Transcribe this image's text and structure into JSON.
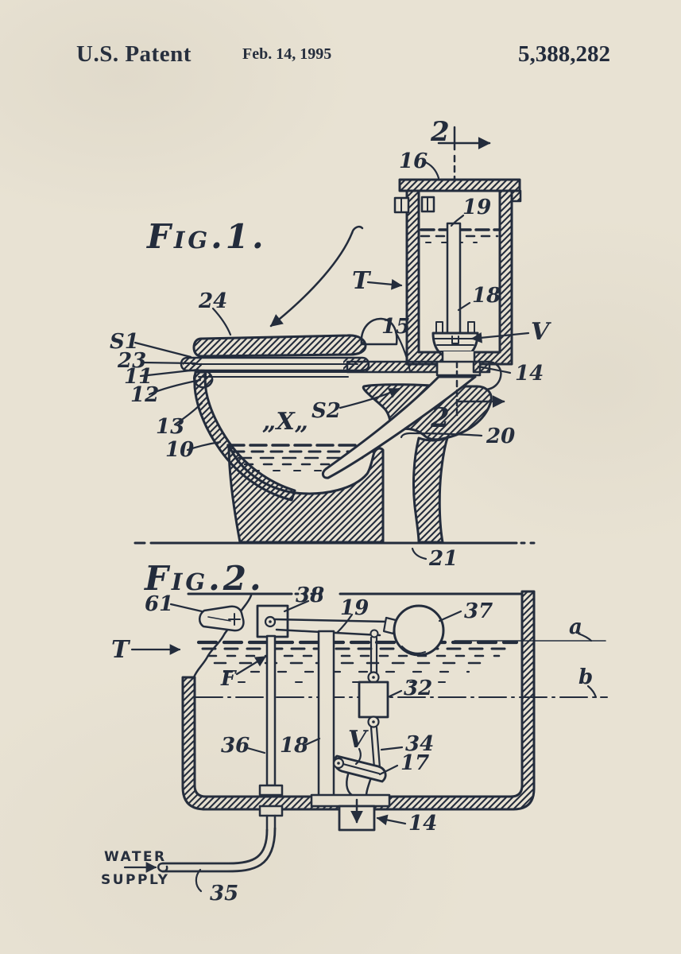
{
  "colors": {
    "paper": "#e8e2d3",
    "ink": "#232c3c"
  },
  "header": {
    "title": "U.S. Patent",
    "date": "Feb. 14, 1995",
    "number": "5,388,282"
  },
  "fig1": {
    "title": "Fig.1.",
    "labels": {
      "section_top": "2",
      "n16": "16",
      "n19": "19",
      "t": "T",
      "n18": "18",
      "v": "V",
      "n15": "15",
      "n14": "14",
      "n24": "24",
      "s1": "S1",
      "n23": "23",
      "n11": "11",
      "n12": "12",
      "n13": "13",
      "n10": "10",
      "x": "„X„",
      "s2": "S2",
      "section_bottom": "2",
      "n20": "20",
      "n21": "21"
    }
  },
  "fig2": {
    "title": "Fig.2.",
    "labels": {
      "n61": "61",
      "n38": "38",
      "n19": "19",
      "n37": "37",
      "a": "a",
      "t": "T",
      "f": "F",
      "b": "b",
      "n32": "32",
      "n36": "36",
      "n18": "18",
      "v": "V",
      "n34": "34",
      "n17": "17",
      "n14": "14",
      "n35": "35"
    },
    "annotations": {
      "water": "WATER",
      "supply": "SUPPLY"
    }
  }
}
